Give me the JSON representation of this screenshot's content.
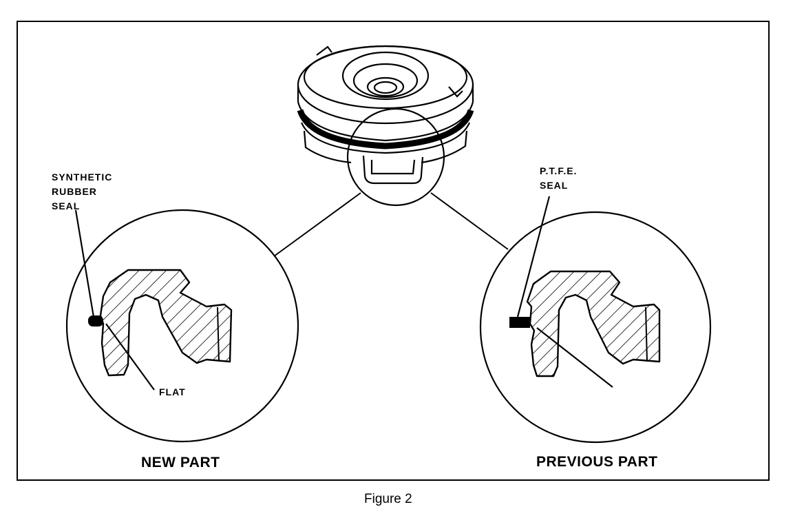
{
  "labels": {
    "synthetic_rubber_seal": [
      "SYNTHETIC",
      "RUBBER",
      "SEAL"
    ],
    "flat": "FLAT",
    "ptfe_seal": [
      "P.T.F.E.",
      "SEAL"
    ],
    "new_part": "NEW PART",
    "previous_part": "PREVIOUS PART"
  },
  "caption": "Figure 2",
  "colors": {
    "ink": "#000000",
    "paper": "#ffffff"
  }
}
